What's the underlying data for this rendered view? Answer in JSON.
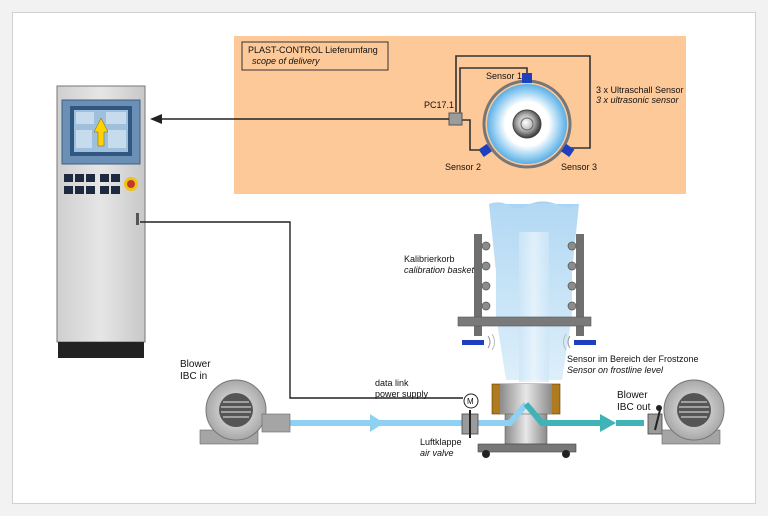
{
  "scope_box": {
    "title": "PLAST-CONTROL Lieferumfang",
    "subtitle": "scope of delivery"
  },
  "controller": {
    "label": "PC17.1"
  },
  "sensors": {
    "s1": "Sensor 1",
    "s2": "Sensor 2",
    "s3": "Sensor 3"
  },
  "ultrasonic": {
    "de": "3 x Ultraschall Sensor",
    "en": "3 x ultrasonic sensor"
  },
  "calibration": {
    "de": "Kalibrierkorb",
    "en": "calibration basket"
  },
  "frostline": {
    "de": "Sensor im Bereich der Frostzone",
    "en": "Sensor on frostline level"
  },
  "blower_in": {
    "line1": "Blower",
    "line2": "IBC in"
  },
  "blower_out": {
    "line1": "Blower",
    "line2": "IBC out"
  },
  "motor": {
    "symbol": "M"
  },
  "data_link": {
    "line1": "data link",
    "line2": "power supply"
  },
  "air_valve": {
    "de": "Luftklappe",
    "en": "air valve"
  },
  "colors": {
    "scope_bg": "#fdc998",
    "cabinet": "#dcdcdc",
    "screen_frame": "#5b7fa6",
    "air_in": "#8fd1f2",
    "air_out": "#3fb3b8",
    "sensor_blue": "#1f3fbf"
  }
}
